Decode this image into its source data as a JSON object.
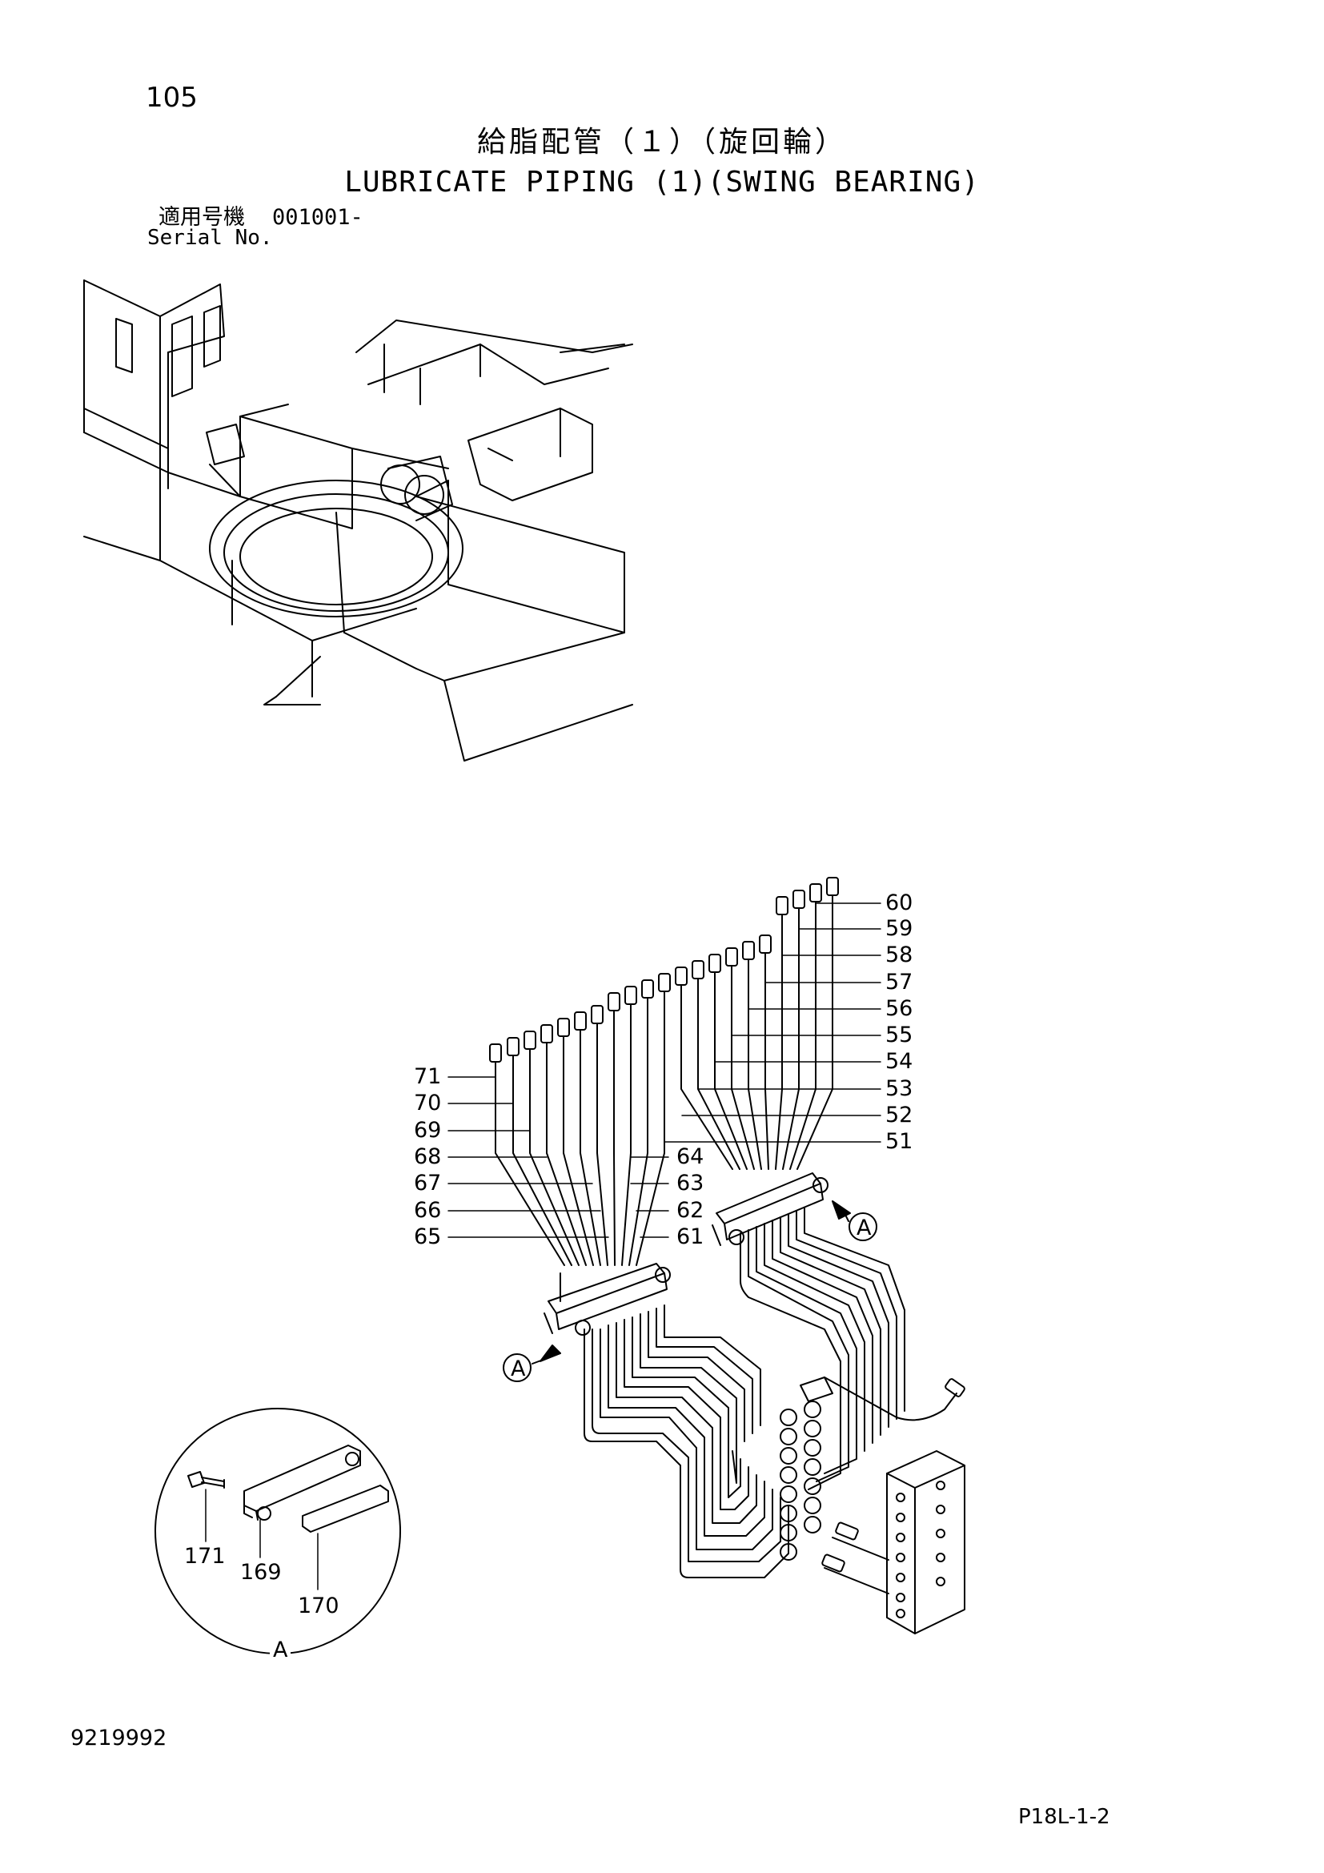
{
  "header": {
    "page_number": "105",
    "title_jp": "給脂配管（１）（旋回輪）",
    "title_en": "LUBRICATE PIPING (1)(SWING BEARING)",
    "serial_label_jp": "適用号機",
    "serial_value": "001001-",
    "serial_label_en": "Serial No."
  },
  "callouts": {
    "right_column": [
      "60",
      "59",
      "58",
      "57",
      "56",
      "55",
      "54",
      "53",
      "52",
      "51"
    ],
    "left_column": [
      "71",
      "70",
      "69",
      "68",
      "67",
      "66",
      "65"
    ],
    "middle_column": [
      "64",
      "63",
      "62",
      "61"
    ],
    "detail_parts": [
      "171",
      "169",
      "170"
    ],
    "view_marker": "A"
  },
  "footer": {
    "drawing_number": "9219992",
    "page_ref": "P18L-1-2"
  }
}
